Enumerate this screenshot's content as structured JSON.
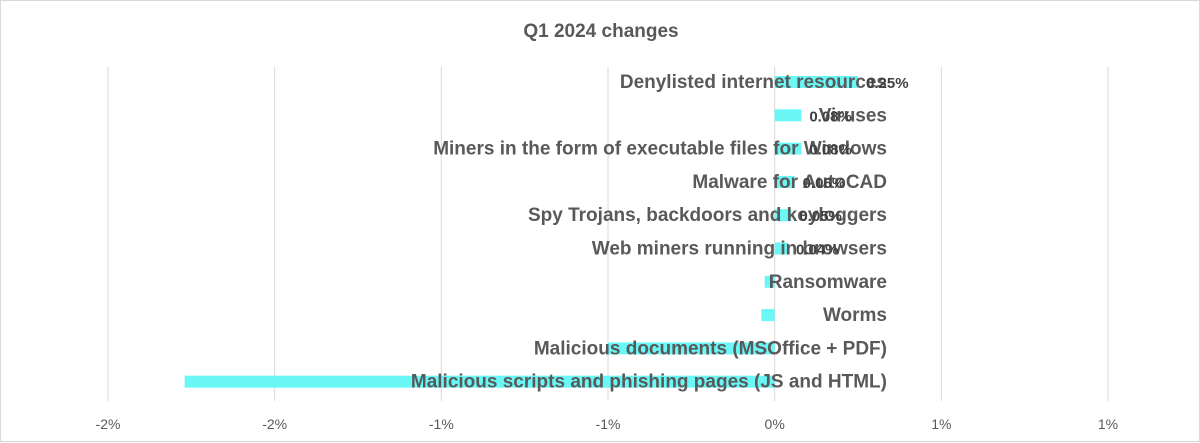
{
  "chart_data": {
    "type": "bar",
    "orientation": "horizontal",
    "title": "Q1 2024 changes",
    "xlabel": "",
    "ylabel": "",
    "xlim": [
      -2.0,
      1.0
    ],
    "grid": true,
    "legend": "none",
    "x_ticks": [
      {
        "value": -2.0,
        "label": "-2%"
      },
      {
        "value": -1.5,
        "label": "-2%"
      },
      {
        "value": -1.0,
        "label": "-1%"
      },
      {
        "value": -0.5,
        "label": "-1%"
      },
      {
        "value": 0.0,
        "label": "0%"
      },
      {
        "value": 0.5,
        "label": "1%"
      }
    ],
    "categories": [
      "Denylisted internet resources",
      "Viruses",
      "Miners in the form of executable files for Windows",
      "Malware for AutoCAD",
      "Spy Trojans, backdoors and keyloggers",
      "Web miners running in browsers",
      "Ransomware",
      "Worms",
      "Malicious documents (MSOffice + PDF)",
      "Malicious scripts and phishing pages (JS and HTML)"
    ],
    "values": [
      0.25,
      0.08,
      0.08,
      0.06,
      0.05,
      0.04,
      -0.03,
      -0.04,
      -0.5,
      -1.77
    ],
    "data_labels": [
      "0.25%",
      "0.08%",
      "0.08%",
      "0.06%",
      "0.05%",
      "0.04%",
      "",
      "",
      "",
      ""
    ],
    "bar_color": "#6cf7f7"
  }
}
